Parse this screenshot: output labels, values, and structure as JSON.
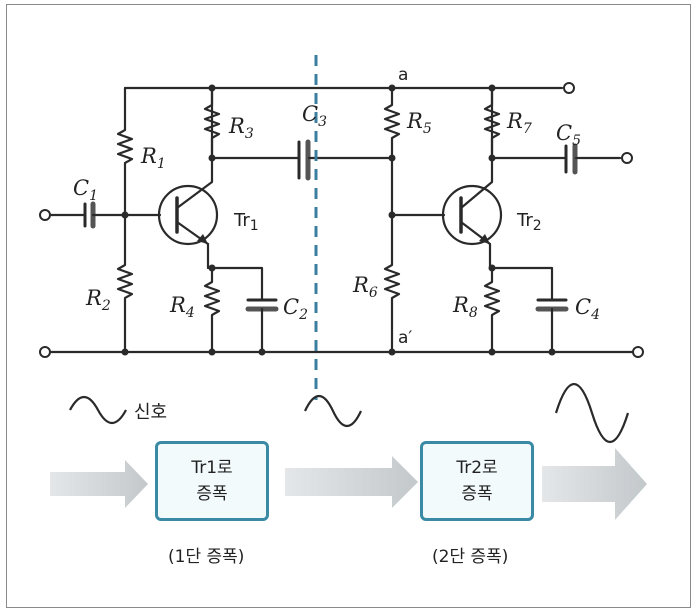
{
  "circuit": {
    "labels": {
      "r1": "R",
      "r1_sub": "1",
      "r2": "R",
      "r2_sub": "2",
      "r3": "R",
      "r3_sub": "3",
      "r4": "R",
      "r4_sub": "4",
      "r5": "R",
      "r5_sub": "5",
      "r6": "R",
      "r6_sub": "6",
      "r7": "R",
      "r7_sub": "7",
      "r8": "R",
      "r8_sub": "8",
      "c1": "C",
      "c1_sub": "1",
      "c2": "C",
      "c2_sub": "2",
      "c3": "C",
      "c3_sub": "3",
      "c4": "C",
      "c4_sub": "4",
      "c5": "C",
      "c5_sub": "5",
      "tr1": "Tr",
      "tr1_sub": "1",
      "tr2": "Tr",
      "tr2_sub": "2",
      "node_a": "a",
      "node_a_prime": "a′"
    },
    "colors": {
      "wire": "#2a2a2a",
      "divider": "#3b7fa0",
      "block_border": "#3a8aa6",
      "arrow": "#c8cdd0"
    }
  },
  "legend": {
    "signal_label": "신호"
  },
  "flow": {
    "stage1": {
      "line1": "Tr1로",
      "line2": "증폭",
      "caption": "(1단 증폭)"
    },
    "stage2": {
      "line1": "Tr2로",
      "line2": "증폭",
      "caption": "(2단 증폭)"
    }
  }
}
